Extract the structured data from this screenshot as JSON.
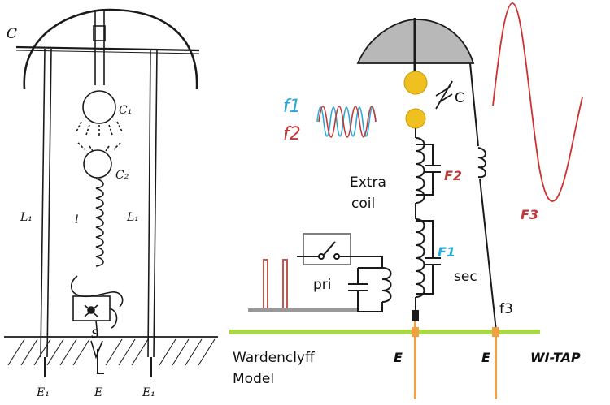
{
  "colors": {
    "ink": "#1a1a1a",
    "ground_line": "#a8d84a",
    "earth_wire": "#f0a040",
    "dome_fill": "#b8b8b8",
    "sphere_fill": "#f0c020",
    "f1_blue": "#2aa8d8",
    "f2_red": "#c03838",
    "spark_bar": "#c05a50",
    "base_bar": "#999999",
    "sine_red": "#d03030"
  },
  "sketch": {
    "top_cap": "C",
    "sphere_top": "C₁",
    "sphere_bottom": "C₂",
    "coil": "l",
    "leg_left": "L₁",
    "leg_right": "L₁",
    "spark": "S",
    "earth_left": "E₁",
    "earth_center": "E",
    "earth_right": "E₁"
  },
  "model": {
    "f1_label": "f1",
    "f2_label": "f2",
    "cap_label": "C",
    "extra_coil_line1": "Extra",
    "extra_coil_line2": "coil",
    "F2_label": "F2",
    "F1_label": "F1",
    "sec_label": "sec",
    "pri_label": "pri",
    "F3_label": "F3",
    "f3_label": "f3",
    "earth_left": "E",
    "earth_right": "E",
    "wi_tap": "WI-TAP",
    "title_line1": "Wardenclyff",
    "title_line2": "Model"
  }
}
